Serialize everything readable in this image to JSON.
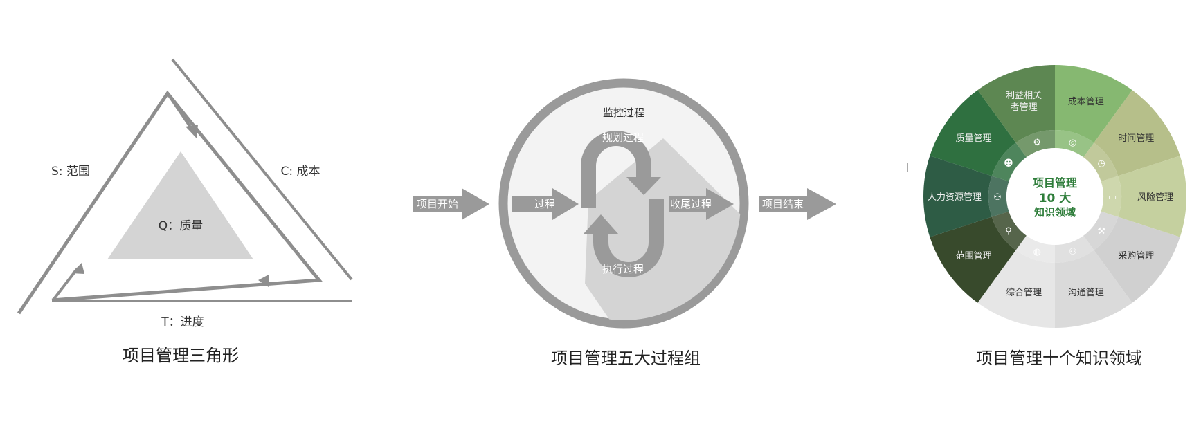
{
  "triangle": {
    "scope": "S: 范围",
    "cost": "C: 成本",
    "quality": "Q：质量",
    "time": "T：进度",
    "caption": "项目管理三角形"
  },
  "process": {
    "start": "项目开始",
    "initiating": "过程",
    "monitoring": "监控过程",
    "planning": "规划过程",
    "executing": "执行过程",
    "closing": "收尾过程",
    "end": "项目结束",
    "caption": "项目管理五大过程组"
  },
  "wheel": {
    "center_line1": "项目管理",
    "center_line2": "10 大",
    "center_line3": "知识领域",
    "areas": [
      {
        "line1": "成本管理",
        "line2": "",
        "color": "#86b871"
      },
      {
        "line1": "时间管理",
        "line2": "",
        "color": "#b6bf8a"
      },
      {
        "line1": "风险管理",
        "line2": "",
        "color": "#c5d09f"
      },
      {
        "line1": "采购管理",
        "line2": "",
        "color": "#d0d0d0"
      },
      {
        "line1": "沟通管理",
        "line2": "",
        "color": "#dadada"
      },
      {
        "line1": "综合管理",
        "line2": "",
        "color": "#e6e6e6"
      },
      {
        "line1": "范围管理",
        "line2": "",
        "color": "#384a2c"
      },
      {
        "line1": "人力资源管理",
        "line2": "",
        "color": "#2e5c45"
      },
      {
        "line1": "质量管理",
        "line2": "",
        "color": "#2f7040"
      },
      {
        "line1": "利益相关",
        "line2": "者管理",
        "color": "#5d8752"
      }
    ],
    "caption": "项目管理十个知识领域"
  }
}
